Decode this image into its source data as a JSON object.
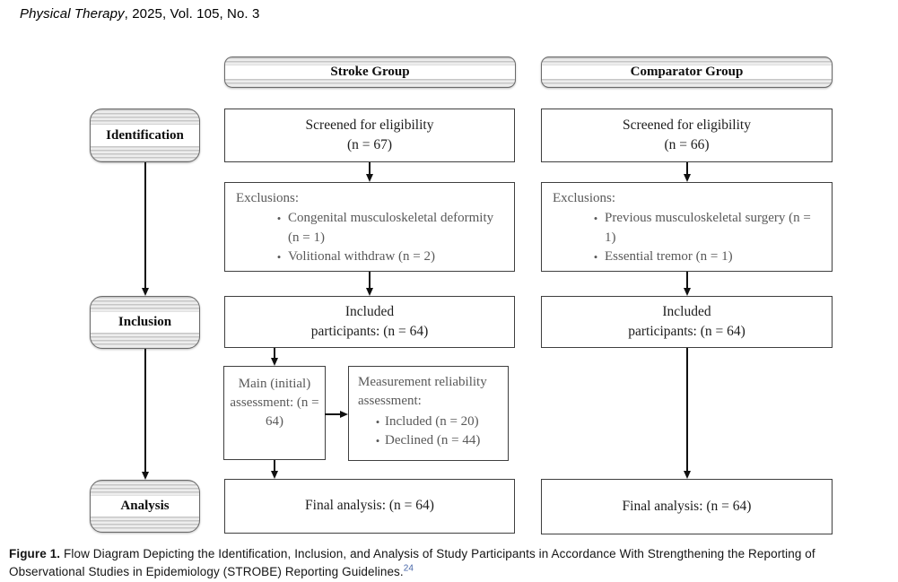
{
  "header": {
    "journal_italic": "Physical Therapy",
    "journal_rest": ", 2025, Vol. 105, No. 3"
  },
  "diagram": {
    "stages": {
      "identification": "Identification",
      "inclusion": "Inclusion",
      "analysis": "Analysis"
    },
    "stroke": {
      "group_header": "Stroke Group",
      "screened_line1": "Screened for eligibility",
      "screened_line2": "(n = 67)",
      "exclusions_title": "Exclusions:",
      "exclusions_items": [
        "Congenital musculoskeletal deformity (n = 1)",
        "Volitional withdraw (n = 2)"
      ],
      "included_line1": "Included",
      "included_line2": "participants: (n = 64)",
      "main_assessment": "Main (initial) assessment: (n = 64)",
      "reliability_title": "Measurement reliability assessment:",
      "reliability_items": [
        "Included (n = 20)",
        "Declined (n = 44)"
      ],
      "final_analysis": "Final analysis: (n = 64)"
    },
    "comparator": {
      "group_header": "Comparator Group",
      "screened_line1": "Screened for eligibility",
      "screened_line2": "(n = 66)",
      "exclusions_title": "Exclusions:",
      "exclusions_items": [
        "Previous musculoskeletal surgery (n = 1)",
        "Essential tremor (n = 1)"
      ],
      "included_line1": "Included",
      "included_line2": "participants: (n = 64)",
      "final_analysis": "Final analysis: (n = 64)"
    }
  },
  "caption": {
    "label": "Figure 1.",
    "text": " Flow Diagram Depicting the Identification, Inclusion, and Analysis of Study Participants in Accordance With Strengthening the Reporting of Observational Studies in Epidemiology (STROBE) Reporting Guidelines.",
    "reference": "24"
  },
  "colors": {
    "gray_text": "#595959",
    "box_border": "#3f3f3f",
    "stage_border": "#6a6a6a",
    "arrow": "#101010",
    "ref_link": "#4766a8"
  }
}
